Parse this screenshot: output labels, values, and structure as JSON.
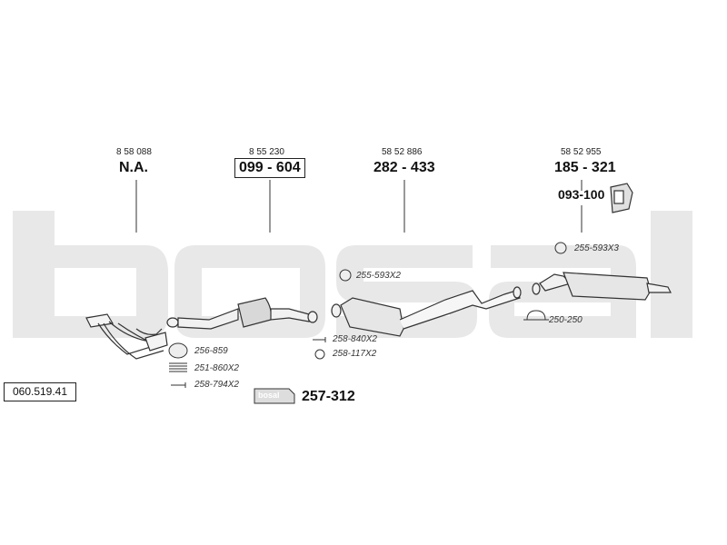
{
  "catalog_number": "060.519.41",
  "watermark": "bosal",
  "sections": [
    {
      "ref": "8 58 088",
      "part": "N.A."
    },
    {
      "ref": "8 55 230",
      "part": "099 - 604"
    },
    {
      "ref": "58 52 886",
      "part": "282 - 433"
    },
    {
      "ref": "58 52 955",
      "part": "185 - 321"
    }
  ],
  "hanger_part": "093-100",
  "accessories": {
    "gasket_front": "256-859",
    "spring_front": "251-860X2",
    "bolt_front": "258-794X2",
    "bolt_mid": "258-840X2",
    "ring_mid": "258-117X2",
    "rubber_mid": "255-593X2",
    "rubber_rear": "255-593X3",
    "clamp_rear": "250-250"
  },
  "mounting_kit": {
    "logo": "bosal",
    "part": "257-312"
  },
  "colors": {
    "watermark": "#e6e6e6",
    "line": "#333333"
  }
}
